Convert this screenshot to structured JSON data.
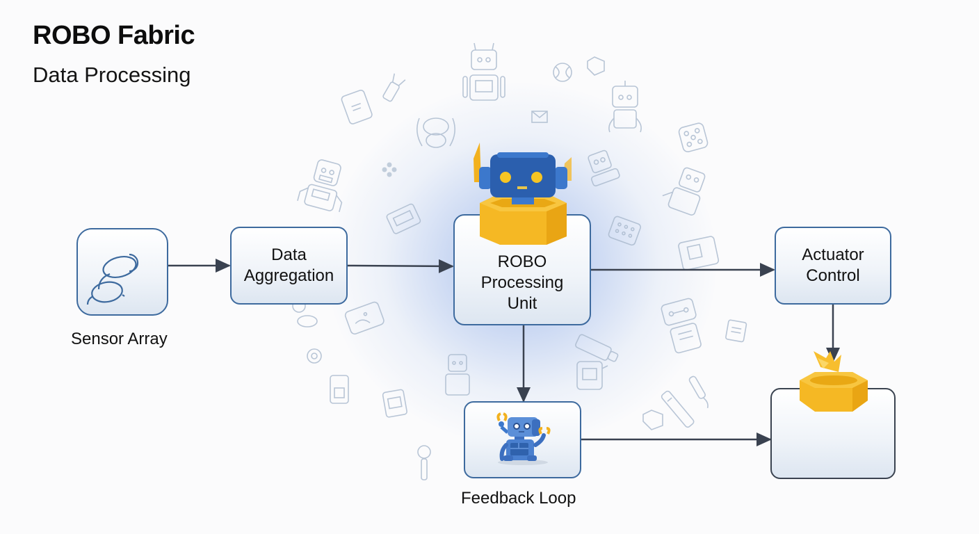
{
  "header": {
    "title": "ROBO Fabric",
    "subtitle": "Data Processing"
  },
  "nodes": {
    "sensor_array": {
      "label": "Sensor Array",
      "icon": "cloud-icon"
    },
    "data_aggregation": {
      "label_line1": "Data",
      "label_line2": "Aggregation"
    },
    "processing_unit": {
      "label_line1": "ROBO",
      "label_line2": "Processing",
      "label_line3": "Unit",
      "icon": "robot-head-icon"
    },
    "actuator_control": {
      "label_line1": "Actuator",
      "label_line2": "Control"
    },
    "feedback_loop": {
      "label": "Feedback Loop",
      "icon": "robot-icon"
    },
    "output_node": {
      "label": "",
      "icon": "hexagon-burst-icon"
    }
  },
  "edges": [
    {
      "from": "Sensor Array",
      "to": "Data Aggregation"
    },
    {
      "from": "Data Aggregation",
      "to": "ROBO Processing Unit"
    },
    {
      "from": "ROBO Processing Unit",
      "to": "Actuator Control"
    },
    {
      "from": "ROBO Processing Unit",
      "to": "Feedback Loop"
    },
    {
      "from": "Actuator Control",
      "to": "Output"
    },
    {
      "from": "Feedback Loop",
      "to": "Output"
    }
  ],
  "colors": {
    "box_border": "#3d6a9e",
    "arrow": "#3a4250",
    "robot_blue": "#2b5fae",
    "accent_yellow": "#f5b824",
    "glow": "#4673d7"
  }
}
